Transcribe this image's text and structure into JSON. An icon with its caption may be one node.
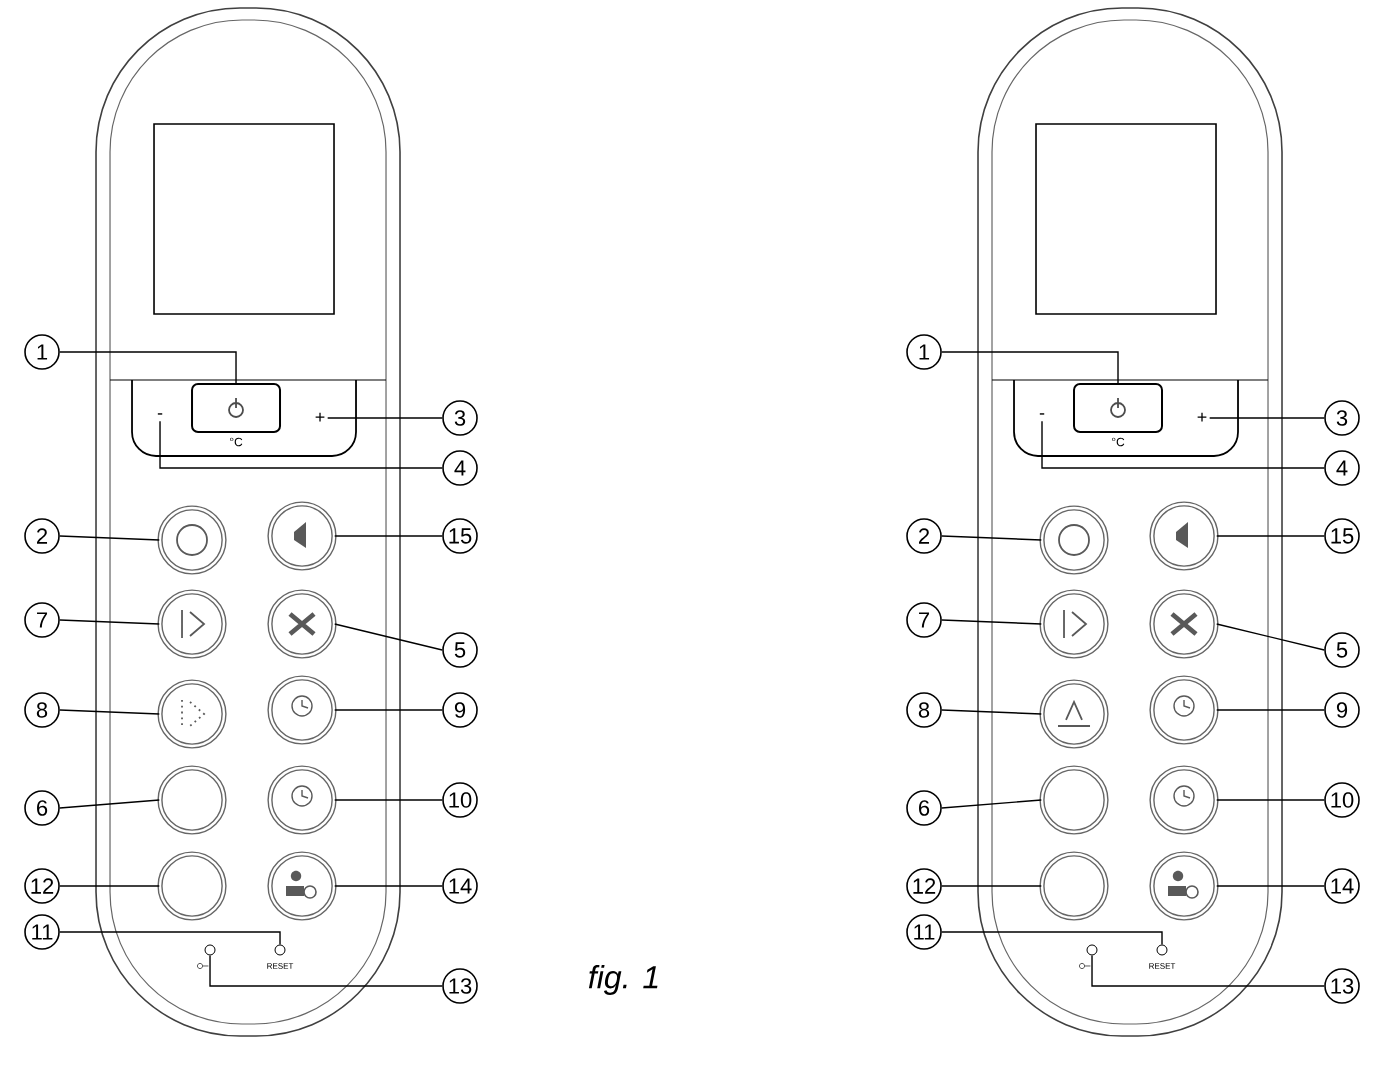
{
  "diagram": {
    "caption": "fig. 1",
    "nodes": [
      {
        "text": [
          "1"
        ]
      },
      {
        "text": [],
        "shape": "box"
      },
      {
        "text": [
          "-"
        ]
      },
      {
        "text": [
          "+"
        ]
      },
      {
        "text": [
          "3"
        ]
      },
      {
        "text": [
          "4"
        ]
      },
      {
        "text": [
          "2"
        ]
      },
      {
        "text": [],
        "shape": "circle"
      },
      {
        "text": [],
        "shape": "circle"
      },
      {
        "text": [
          "15"
        ]
      },
      {
        "text": [
          "7"
        ]
      },
      {
        "text": [],
        "shape": "circle"
      },
      {
        "text": [],
        "shape": "circle"
      },
      {
        "text": [
          "5"
        ]
      },
      {
        "text": [
          "8"
        ]
      },
      {
        "text": [],
        "shape": "circle"
      },
      {
        "text": [],
        "shape": "circle"
      },
      {
        "text": [
          "9"
        ]
      },
      {
        "text": [
          "6"
        ]
      },
      {
        "text": [],
        "shape": "circle"
      },
      {
        "text": [],
        "shape": "circle"
      },
      {
        "text": [
          "10"
        ]
      },
      {
        "text": [
          "12"
        ]
      },
      {
        "text": [],
        "shape": "circle"
      },
      {
        "text": [],
        "shape": "circle"
      },
      {
        "text": [
          "14"
        ]
      },
      {
        "text": [
          "11"
        ]
      },
      {
        "text": [],
        "shape": "circle"
      },
      {
        "text": [],
        "shape": "circle",
        "beside": [
          "RESET"
        ]
      },
      {
        "text": [
          "13"
        ]
      },
      {
        "text": [
          "1"
        ]
      },
      {
        "text": [],
        "shape": "box"
      },
      {
        "text": [
          "-"
        ]
      },
      {
        "text": [
          "+"
        ]
      },
      {
        "text": [
          "3"
        ]
      },
      {
        "text": [
          "4"
        ]
      },
      {
        "text": [
          "2"
        ]
      },
      {
        "text": [],
        "shape": "circle"
      },
      {
        "text": [],
        "shape": "circle"
      },
      {
        "text": [
          "15"
        ]
      },
      {
        "text": [
          "7"
        ]
      },
      {
        "text": [],
        "shape": "circle"
      },
      {
        "text": [],
        "shape": "circle"
      },
      {
        "text": [
          "5"
        ]
      },
      {
        "text": [
          "8"
        ]
      },
      {
        "text": [],
        "shape": "circle"
      },
      {
        "text": [],
        "shape": "circle"
      },
      {
        "text": [
          "9"
        ]
      },
      {
        "text": [
          "6"
        ]
      },
      {
        "text": [],
        "shape": "circle"
      },
      {
        "text": [],
        "shape": "circle"
      },
      {
        "text": [
          "10"
        ]
      },
      {
        "text": [
          "12"
        ]
      },
      {
        "text": [],
        "shape": "circle"
      },
      {
        "text": [],
        "shape": "circle"
      },
      {
        "text": [
          "14"
        ]
      },
      {
        "text": [
          "11"
        ]
      },
      {
        "text": [],
        "shape": "circle"
      },
      {
        "text": [],
        "shape": "circle",
        "beside": [
          "RESET"
        ]
      },
      {
        "text": [
          "13"
        ]
      }
    ],
    "edges": [
      {
        "from": 0,
        "to": 1,
        "arrow": "none"
      },
      {
        "from": 4,
        "to": 3,
        "arrow": "none"
      },
      {
        "from": 5,
        "to": 2,
        "arrow": "none"
      },
      {
        "from": 6,
        "to": 7,
        "arrow": "none"
      },
      {
        "from": 9,
        "to": 8,
        "arrow": "none"
      },
      {
        "from": 10,
        "to": 11,
        "arrow": "none"
      },
      {
        "from": 13,
        "to": 12,
        "arrow": "none"
      },
      {
        "from": 14,
        "to": 15,
        "arrow": "none"
      },
      {
        "from": 17,
        "to": 16,
        "arrow": "none"
      },
      {
        "from": 18,
        "to": 19,
        "arrow": "none"
      },
      {
        "from": 21,
        "to": 20,
        "arrow": "none"
      },
      {
        "from": 22,
        "to": 23,
        "arrow": "none"
      },
      {
        "from": 25,
        "to": 24,
        "arrow": "none"
      },
      {
        "from": 26,
        "to": 28,
        "arrow": "none"
      },
      {
        "from": 29,
        "to": 27,
        "arrow": "none"
      },
      {
        "from": 30,
        "to": 31,
        "arrow": "none"
      },
      {
        "from": 34,
        "to": 33,
        "arrow": "none"
      },
      {
        "from": 35,
        "to": 32,
        "arrow": "none"
      },
      {
        "from": 36,
        "to": 37,
        "arrow": "none"
      },
      {
        "from": 39,
        "to": 38,
        "arrow": "none"
      },
      {
        "from": 40,
        "to": 41,
        "arrow": "none"
      },
      {
        "from": 43,
        "to": 42,
        "arrow": "none"
      },
      {
        "from": 44,
        "to": 45,
        "arrow": "none"
      },
      {
        "from": 47,
        "to": 46,
        "arrow": "none"
      },
      {
        "from": 48,
        "to": 49,
        "arrow": "none"
      },
      {
        "from": 51,
        "to": 50,
        "arrow": "none"
      },
      {
        "from": 52,
        "to": 53,
        "arrow": "none"
      },
      {
        "from": 55,
        "to": 54,
        "arrow": "none"
      },
      {
        "from": 56,
        "to": 58,
        "arrow": "none"
      },
      {
        "from": 59,
        "to": 57,
        "arrow": "none"
      }
    ],
    "labels": [
      "°C",
      "°C"
    ]
  }
}
